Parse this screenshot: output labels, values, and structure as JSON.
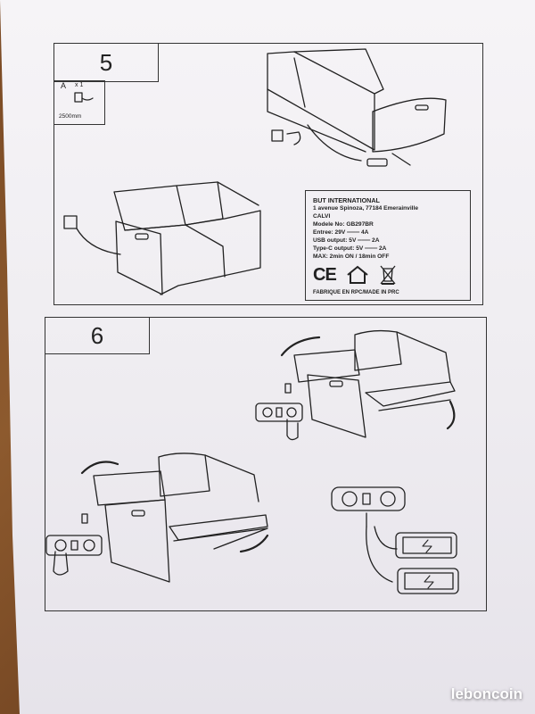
{
  "steps": {
    "step5_number": "5",
    "step6_number": "6"
  },
  "parts": {
    "part_letter": "A",
    "part_qty": "x 1",
    "cable_length": "2500mm"
  },
  "spec_label": {
    "company": "BUT INTERNATIONAL",
    "address": "1 avenue Spinoza, 77184 Emerainville",
    "model_name": "CALVI",
    "model_no": "Modele No: GB297BR",
    "input": "Entree: 29V ═══ 4A",
    "usb": "USB output:   5V ═══ 2A",
    "typec": "Type-C output:   5V ═══ 2A",
    "max": "MAX:  2min ON / 18min OFF",
    "ce_mark": "CE",
    "made_in": "FABRIQUE EN RPC/MADE IN PRC"
  },
  "watermark": "leboncoin"
}
